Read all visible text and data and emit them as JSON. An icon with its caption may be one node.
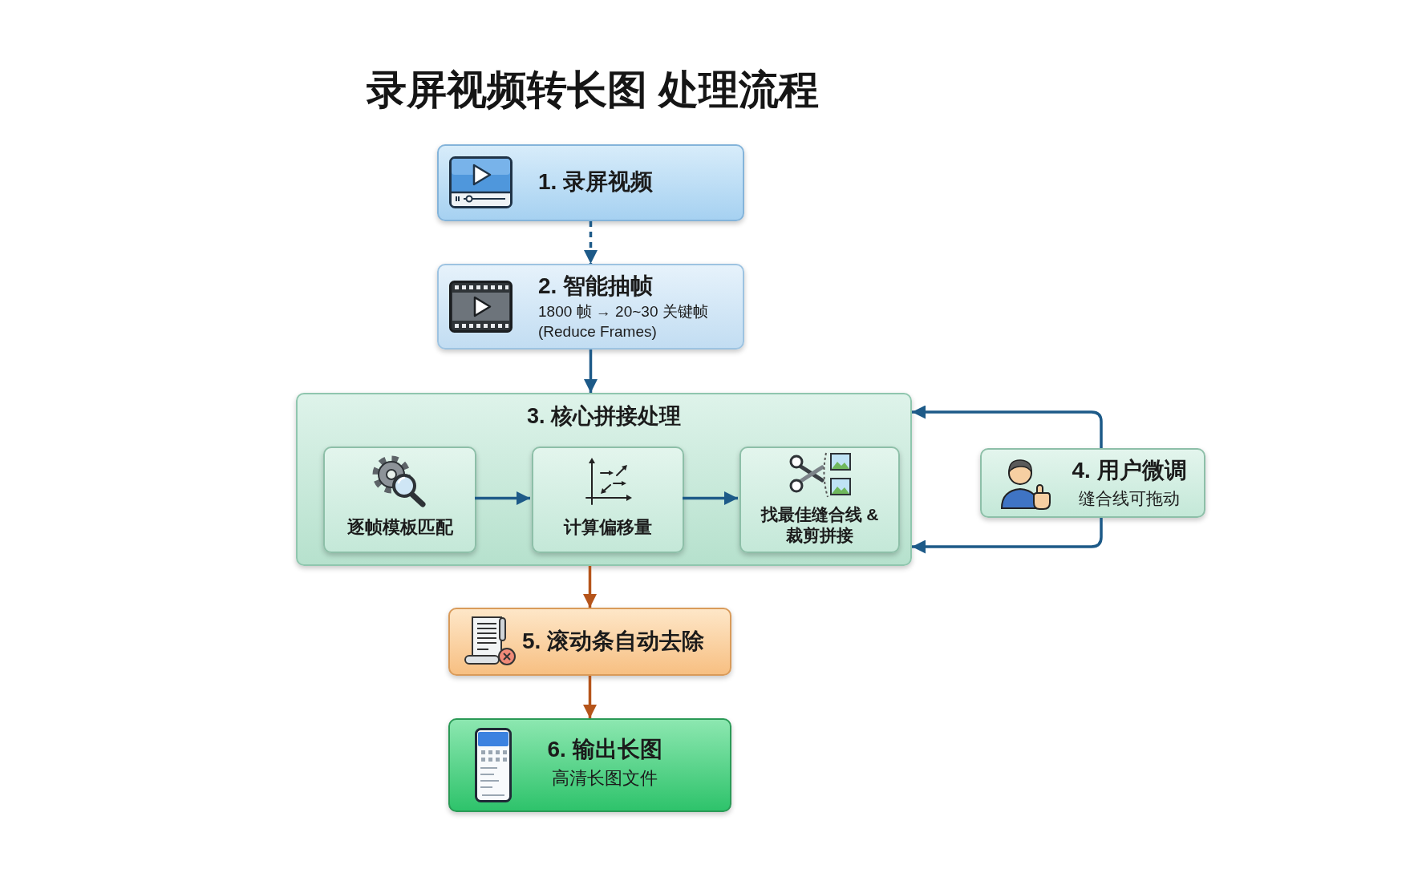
{
  "diagram": {
    "title": "录屏视频转长图 处理流程",
    "nodes": [
      {
        "text": [
          "1. 录屏视频"
        ]
      },
      {
        "text": [
          "2. 智能抽帧",
          "1800 帧 → 20~30 关键帧 (Reduce Frames)"
        ]
      },
      {
        "text": [
          "3. 核心拼接处理"
        ]
      },
      {
        "text": [
          "逐帧模板匹配"
        ],
        "in": 2
      },
      {
        "text": [
          "计算偏移量"
        ],
        "in": 2
      },
      {
        "text": [
          "找最佳缝合线 & 裁剪拼接"
        ],
        "in": 2
      },
      {
        "text": [
          "4. 用户微调",
          "缝合线可拖动"
        ]
      },
      {
        "text": [
          "5. 滚动条自动去除"
        ]
      },
      {
        "text": [
          "6. 输出长图",
          "高清长图文件"
        ]
      }
    ],
    "edges": [
      {
        "from": 0,
        "to": 1,
        "arrow": "to",
        "style": "dashed"
      },
      {
        "from": 1,
        "to": 2,
        "arrow": "to"
      },
      {
        "from": 3,
        "to": 4,
        "arrow": "to"
      },
      {
        "from": 4,
        "to": 5,
        "arrow": "to"
      },
      {
        "from": 6,
        "to": 2,
        "arrow": "to"
      },
      {
        "from": 6,
        "to": 2,
        "arrow": "to"
      },
      {
        "from": 2,
        "to": 7,
        "arrow": "to",
        "color": "#b5541a"
      },
      {
        "from": 7,
        "to": 8,
        "arrow": "to",
        "color": "#b5541a"
      }
    ]
  }
}
